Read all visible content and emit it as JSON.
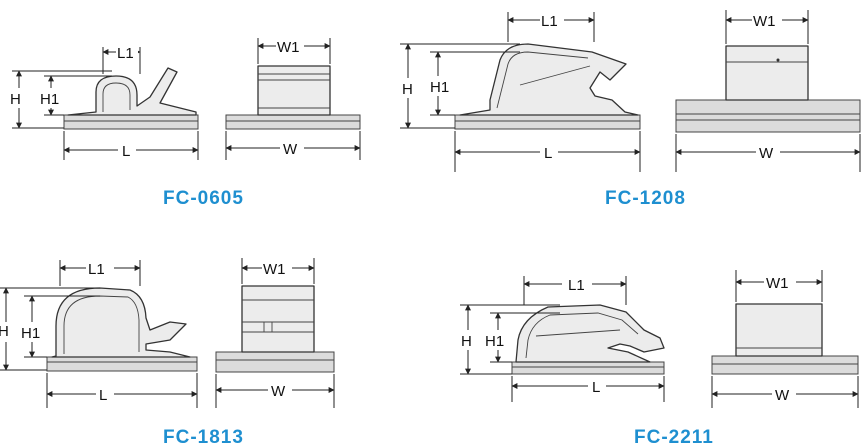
{
  "models": [
    {
      "title": "FC-0605",
      "labels": {
        "h": "H",
        "h1": "H1",
        "l1": "L1",
        "l": "L",
        "w1": "W1",
        "w": "W"
      }
    },
    {
      "title": "FC-1208",
      "labels": {
        "h": "H",
        "h1": "H1",
        "l1": "L1",
        "l": "L",
        "w1": "W1",
        "w": "W"
      }
    },
    {
      "title": "FC-1813",
      "labels": {
        "h": "H",
        "h1": "H1",
        "l1": "L1",
        "l": "L",
        "w1": "W1",
        "w": "W"
      }
    },
    {
      "title": "FC-2211",
      "labels": {
        "h": "H",
        "h1": "H1",
        "l1": "L1",
        "l": "L",
        "w1": "W1",
        "w": "W"
      }
    }
  ],
  "colors": {
    "title": "#1e8fd0",
    "line": "#333333",
    "fill": "#ececec"
  }
}
